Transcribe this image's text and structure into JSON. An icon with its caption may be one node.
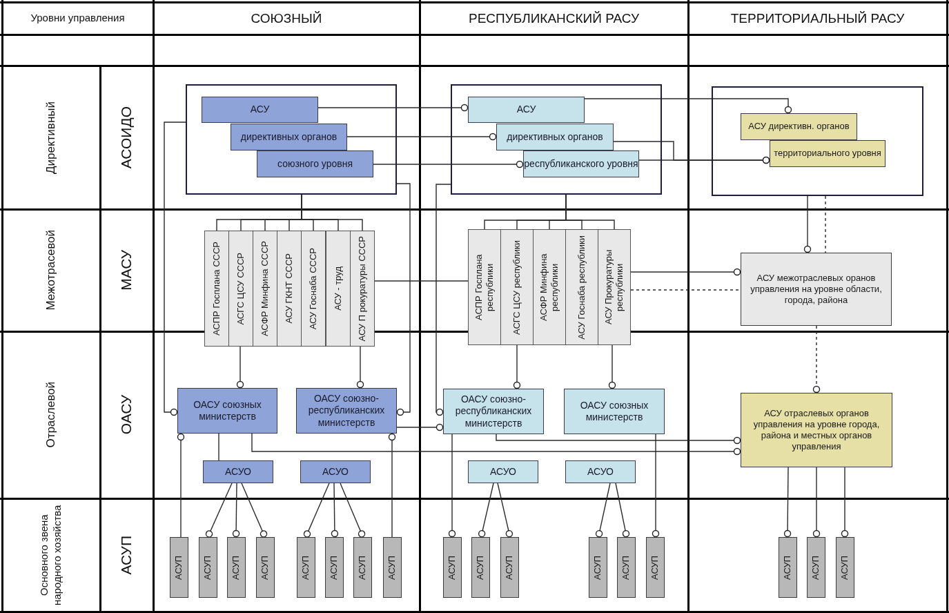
{
  "diagram": {
    "nodes": [
      {
        "text": [],
        "shape": "box"
      },
      {
        "text": [
          "АСУ"
        ],
        "in": 0
      },
      {
        "text": [
          "директивных органов"
        ],
        "in": 0
      },
      {
        "text": [
          "союзного уровня"
        ],
        "in": 0
      },
      {
        "text": [],
        "shape": "box"
      },
      {
        "text": [
          "АСУ"
        ],
        "in": 4
      },
      {
        "text": [
          "директивных органов"
        ],
        "in": 4
      },
      {
        "text": [
          "республиканского уровня"
        ],
        "in": 4
      },
      {
        "text": [],
        "shape": "box"
      },
      {
        "text": [
          "АСУ директивн. органов"
        ],
        "in": 8
      },
      {
        "text": [
          "территориального уровня"
        ],
        "in": 8
      },
      {
        "text": [
          "АСПР Госплана СССР"
        ]
      },
      {
        "text": [
          "АСГС ЦСУ СССР"
        ]
      },
      {
        "text": [
          "АСФР Минфина СССР"
        ]
      },
      {
        "text": [
          "АСУ ГКНТ СССР"
        ]
      },
      {
        "text": [
          "АСУ Госнаба СССР"
        ]
      },
      {
        "text": [
          "АСУ - труд"
        ]
      },
      {
        "text": [
          "АСУ П рокуратуры СССР"
        ]
      },
      {
        "text": [
          "АСПР Госплана республики"
        ]
      },
      {
        "text": [
          "АСГС ЦСУ республики"
        ]
      },
      {
        "text": [
          "АСФР Минфина республики"
        ]
      },
      {
        "text": [
          "АСУ Госнаба республики"
        ]
      },
      {
        "text": [
          "АСУ Прокуратуры республики"
        ]
      },
      {
        "text": [
          "АСУ межотраслевых оранов управления на уровне области, города, района"
        ]
      },
      {
        "text": [
          "ОАСУ союзных министерств"
        ]
      },
      {
        "text": [
          "ОАСУ союзно-республиканских министерств"
        ]
      },
      {
        "text": [
          "ОАСУ союзно-республиканских министерств"
        ]
      },
      {
        "text": [
          "ОАСУ союзных министерств"
        ]
      },
      {
        "text": [
          "АСУ отраслевых органов управления на уровне города, района и местных органов управления"
        ]
      },
      {
        "text": [
          "АСУО"
        ]
      },
      {
        "text": [
          "АСУО"
        ]
      },
      {
        "text": [
          "АСУО"
        ]
      },
      {
        "text": [
          "АСУО"
        ]
      },
      {
        "text": [
          "АСУП"
        ]
      },
      {
        "text": [
          "АСУП"
        ]
      },
      {
        "text": [
          "АСУП"
        ]
      },
      {
        "text": [
          "АСУП"
        ]
      },
      {
        "text": [
          "АСУП"
        ]
      },
      {
        "text": [
          "АСУП"
        ]
      },
      {
        "text": [
          "АСУП"
        ]
      },
      {
        "text": [
          "АСУП"
        ]
      },
      {
        "text": [
          "АСУП"
        ]
      },
      {
        "text": [
          "АСУП"
        ]
      },
      {
        "text": [
          "АСУП"
        ]
      },
      {
        "text": [
          "АСУП"
        ]
      },
      {
        "text": [
          "АСУП"
        ]
      },
      {
        "text": [
          "АСУП"
        ]
      },
      {
        "text": [
          "АСУП"
        ]
      },
      {
        "text": [
          "АСУП"
        ]
      },
      {
        "text": [
          "АСУП"
        ]
      }
    ],
    "edges": [
      {
        "from": 1,
        "to": 5,
        "arrow": "other"
      },
      {
        "from": 2,
        "to": 6,
        "arrow": "other"
      },
      {
        "from": 3,
        "to": 7,
        "arrow": "other"
      },
      {
        "from": 5,
        "to": 9,
        "arrow": "other"
      },
      {
        "from": 6,
        "to": 10,
        "arrow": "other"
      },
      {
        "from": 7,
        "to": 10,
        "arrow": "other"
      },
      {
        "from": 0,
        "to": 11,
        "arrow": "none"
      },
      {
        "from": 0,
        "to": 12,
        "arrow": "none"
      },
      {
        "from": 0,
        "to": 13,
        "arrow": "none"
      },
      {
        "from": 0,
        "to": 14,
        "arrow": "none"
      },
      {
        "from": 0,
        "to": 15,
        "arrow": "none"
      },
      {
        "from": 0,
        "to": 16,
        "arrow": "none"
      },
      {
        "from": 0,
        "to": 17,
        "arrow": "none"
      },
      {
        "from": 4,
        "to": 18,
        "arrow": "none"
      },
      {
        "from": 4,
        "to": 19,
        "arrow": "none"
      },
      {
        "from": 4,
        "to": 20,
        "arrow": "none"
      },
      {
        "from": 4,
        "to": 21,
        "arrow": "none"
      },
      {
        "from": 4,
        "to": 22,
        "arrow": "none"
      },
      {
        "from": 8,
        "to": 23,
        "arrow": "other"
      },
      {
        "from": 8,
        "to": 23,
        "arrow": "none",
        "style": "dashed"
      },
      {
        "from": 17,
        "to": 18,
        "arrow": "none"
      },
      {
        "from": 22,
        "to": 23,
        "arrow": "other"
      },
      {
        "from": 22,
        "to": 23,
        "arrow": "none",
        "style": "dashed"
      },
      {
        "from": 23,
        "to": 28,
        "arrow": "other",
        "style": "dashed"
      },
      {
        "from": 0,
        "to": 24,
        "arrow": "other"
      },
      {
        "from": 0,
        "to": 25,
        "arrow": "other"
      },
      {
        "from": 4,
        "to": 26,
        "arrow": "other"
      },
      {
        "from": 12,
        "to": 24,
        "arrow": "other"
      },
      {
        "from": 17,
        "to": 25,
        "arrow": "other"
      },
      {
        "from": 19,
        "to": 26,
        "arrow": "other"
      },
      {
        "from": 22,
        "to": 27,
        "arrow": "other"
      },
      {
        "from": 25,
        "to": 26,
        "arrow": "other"
      },
      {
        "from": 26,
        "to": 28,
        "arrow": "other"
      },
      {
        "from": 24,
        "to": 28,
        "arrow": "other"
      },
      {
        "from": 24,
        "to": 29,
        "arrow": "none"
      },
      {
        "from": 33,
        "to": 24,
        "arrow": "other"
      },
      {
        "from": 40,
        "to": 25,
        "arrow": "other"
      },
      {
        "from": 29,
        "to": 34,
        "arrow": "other"
      },
      {
        "from": 29,
        "to": 35,
        "arrow": "other"
      },
      {
        "from": 29,
        "to": 36,
        "arrow": "other"
      },
      {
        "from": 30,
        "to": 37,
        "arrow": "other"
      },
      {
        "from": 30,
        "to": 38,
        "arrow": "other"
      },
      {
        "from": 30,
        "to": 39,
        "arrow": "other"
      },
      {
        "from": 26,
        "to": 41,
        "arrow": "other"
      },
      {
        "from": 31,
        "to": 42,
        "arrow": "other"
      },
      {
        "from": 31,
        "to": 43,
        "arrow": "other"
      },
      {
        "from": 32,
        "to": 44,
        "arrow": "other"
      },
      {
        "from": 32,
        "to": 45,
        "arrow": "other"
      },
      {
        "from": 27,
        "to": 46,
        "arrow": "other"
      },
      {
        "from": 28,
        "to": 47,
        "arrow": "other"
      },
      {
        "from": 28,
        "to": 48,
        "arrow": "other"
      },
      {
        "from": 28,
        "to": 49,
        "arrow": "other"
      }
    ],
    "labels": [
      "Уровни управления",
      "СОЮЗНЫЙ",
      "РЕСПУБЛИКАНСКИЙ РАСУ",
      "ТЕРРИТОРИАЛЬНЫЙ РАСУ",
      "Директивный",
      "АСОИДО",
      "Межотрасевой",
      "МАСУ",
      "Отраслевой",
      "ОАСУ",
      "Основного звена народного хозяйства",
      "АСУП"
    ]
  }
}
